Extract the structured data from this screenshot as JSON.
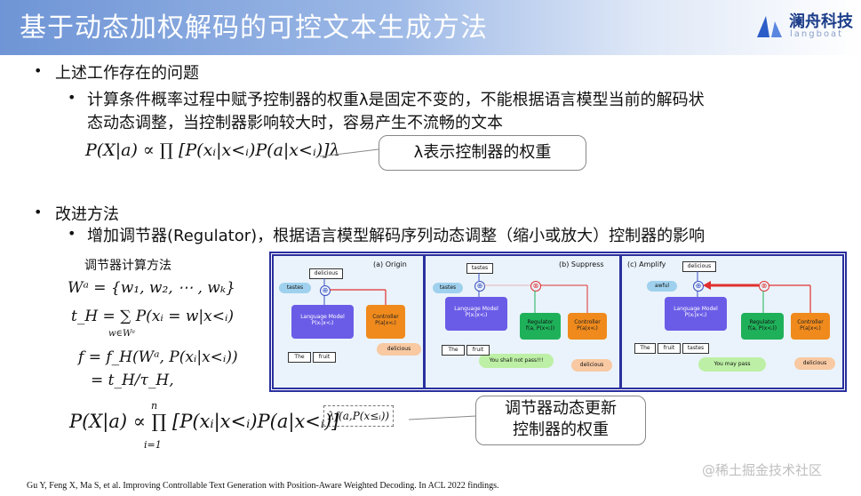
{
  "header": {
    "title": "基于动态加权解码的可控文本生成方法",
    "logo_name": "澜舟科技",
    "logo_sub": "langboat"
  },
  "section1": {
    "bullet": "上述工作存在的问题",
    "sub1": "计算条件概率过程中赋予控制器的权重λ是固定不变的，不能根据语言模型当前的解码状",
    "sub2": "态动态调整，当控制器影响较大时，容易产生不流畅的文本",
    "formula": "P(X|a) ∝ ∏ [P(xᵢ|x<ᵢ)P(a|x<ᵢ)]λ",
    "callout": "λ表示控制器的权重"
  },
  "section2": {
    "bullet": "改进方法",
    "sub": "增加调节器(Regulator)，根据语言模型解码序列动态调整（缩小或放大）控制器的影响",
    "calc_title": "调节器计算方法",
    "eq1": "Wᵃ = {w₁, w₂, ⋯ , wₖ}",
    "eq2": "t_H = ∑ P(xᵢ = w|x<ᵢ)",
    "eq2_sub": "w∈Wᵃ",
    "eq3": "f = f_H(Wᵃ, P(xᵢ|x<ᵢ))",
    "eq4": "= t_H/τ_H,",
    "formula": "P(X|a) ∝ ∏ [P(xᵢ|x<ᵢ)P(a|x<ᵢ)]",
    "formula_exp": "λf(a,P(x≤ᵢ))",
    "callout_line1": "调节器动态更新",
    "callout_line2": "控制器的权重",
    "prod_n": "n",
    "prod_i": "i=1"
  },
  "figure": {
    "origin": {
      "label": "(a) Origin",
      "delicious": "delicious",
      "tastes": "tastes",
      "lm": "Language Model",
      "lm_sub": "P(xᵢ|x<ᵢ)",
      "ctrl": "Controller",
      "ctrl_sub": "P(a|x<ᵢ)",
      "w1": "The",
      "w2": "fruit",
      "cloud": "delicious"
    },
    "suppress": {
      "label": "(b) Suppress",
      "tastes": "tastes",
      "tastes2": "tastes",
      "lm": "Language Model",
      "lm_sub": "P(xᵢ|x<ᵢ)",
      "reg": "Regulator",
      "reg_sub": "f(a, P(x<ᵢ))",
      "ctrl": "Controller",
      "ctrl_sub": "P(a|x<ᵢ)",
      "w1": "The",
      "w2": "fruit",
      "cloud": "delicious",
      "speech": "You shall not pass!!!"
    },
    "amplify": {
      "label": "(c) Amplify",
      "delicious": "delicious",
      "awful": "awful",
      "lm": "Language Model",
      "lm_sub": "P(xᵢ|x<ᵢ)",
      "reg": "Regulator",
      "reg_sub": "f(a, P(x<ᵢ))",
      "ctrl": "Controller",
      "ctrl_sub": "P(a|x<ᵢ)",
      "w1": "The",
      "w2": "fruit",
      "w3": "tastes",
      "cloud": "delicious",
      "speech": "You may pass"
    }
  },
  "footer": {
    "reference": "Gu Y, Feng X, Ma S, et al. Improving Controllable Text Generation with Position-Aware Weighted Decoding. In ACL 2022 findings.",
    "watermark": "@稀土掘金技术社区"
  },
  "colors": {
    "lm": "#6b5ce7",
    "controller": "#f08a1c",
    "regulator": "#1fb15a",
    "panel_border": "#2a2f9e",
    "red_arrow": "#e03030"
  }
}
